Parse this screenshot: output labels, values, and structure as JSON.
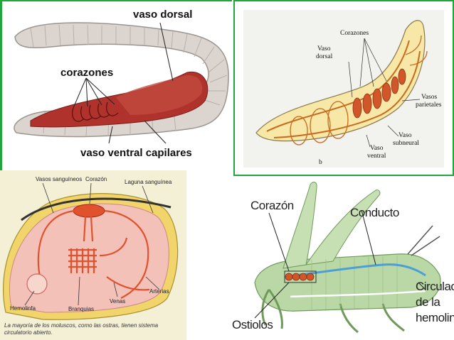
{
  "panel_earthworm": {
    "label_dorsal": "vaso dorsal",
    "label_hearts": "corazones",
    "label_ventral": "vaso ventral capilares"
  },
  "panel_annelid": {
    "label_hearts": "Corazones",
    "label_dorsal_1": "Vaso",
    "label_dorsal_2": "dorsal",
    "label_parietal_1": "Vasos",
    "label_parietal_2": "parietales",
    "label_subneural_1": "Vaso",
    "label_subneural_2": "subneural",
    "label_ventral_1": "Vaso",
    "label_ventral_2": "ventral",
    "label_letter": "b"
  },
  "panel_mollusc": {
    "label_vessels": "Vasos sanguíneos",
    "label_heart": "Corazón",
    "label_lagoon": "Laguna sanguínea",
    "label_arteries": "Arterias",
    "label_hemolymph": "Hemolinfa",
    "label_gills": "Branquias",
    "label_veins": "Venas",
    "caption": "La mayoría de los moluscos, como las ostras, tienen sistema circulatorio abierto."
  },
  "panel_grasshopper": {
    "label_heart": "Corazón",
    "label_duct": "Conducto",
    "label_ostioles": "Ostiolos",
    "label_circ_1": "Circulación",
    "label_circ_2": "de la",
    "label_circ_3": "hemolinfa"
  },
  "colors": {
    "frame": "#1fa83a",
    "worm_body": "#d8d0cc",
    "worm_organ": "#b0322c",
    "annelid_body": "#f7e8a8",
    "annelid_vessel": "#c8691e",
    "mollusc_shell": "#f1d46a",
    "mollusc_body": "#f4c1b8",
    "mollusc_vessel": "#e0522e",
    "grasshopper_body": "#b9d8a6",
    "heart_orange": "#d1562a",
    "duct_blue": "#4a9fd4"
  }
}
